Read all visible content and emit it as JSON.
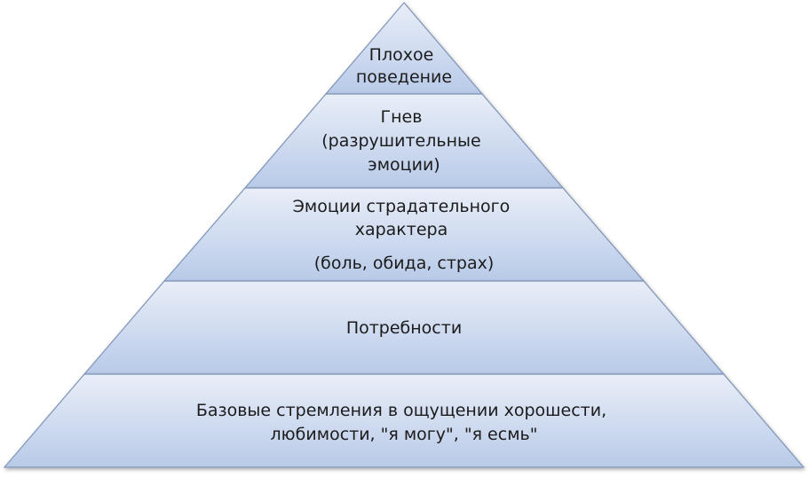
{
  "pyramid": {
    "levels": [
      {
        "id": "top",
        "lines": [
          "Плохое",
          "поведение"
        ]
      },
      {
        "id": "anger",
        "lines": [
          "Гнев",
          "(разрушительные",
          "эмоции)"
        ]
      },
      {
        "id": "suffering",
        "lines": [
          "Эмоции страдательного",
          "характера",
          "(боль, обида, страх)"
        ]
      },
      {
        "id": "needs",
        "lines": [
          "Потребности"
        ]
      },
      {
        "id": "base",
        "lines": [
          "Базовые стремления в ощущении хорошести,",
          "любимости, \"я могу\", \"я есмь\""
        ]
      }
    ],
    "colors": {
      "fill_light": "#e7edf8",
      "fill_dark": "#b9cbe9",
      "outline": "#7f95b8",
      "text": "#1a1a1a"
    }
  }
}
